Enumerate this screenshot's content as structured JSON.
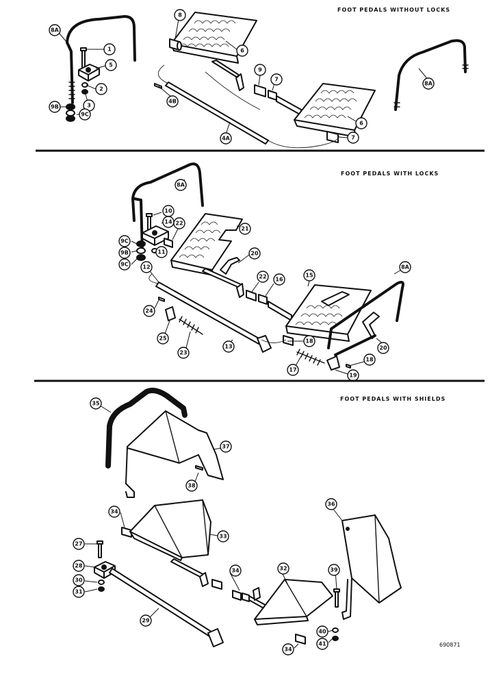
{
  "sections": [
    {
      "title": "FOOT PEDALS WITHOUT LOCKS"
    },
    {
      "title": "FOOT PEDALS WITH LOCKS"
    },
    {
      "title": "FOOT PEDALS WITH SHIELDS"
    }
  ],
  "callouts": {
    "s1": [
      "8A",
      "1",
      "5",
      "2",
      "3",
      "9B",
      "9C",
      "8",
      "6",
      "9",
      "7",
      "4B",
      "4A",
      "6",
      "7",
      "8A"
    ],
    "s2": [
      "8A",
      "10",
      "14",
      "22",
      "21",
      "9C",
      "9B",
      "9C",
      "11",
      "12",
      "20",
      "22",
      "16",
      "15",
      "8A",
      "24",
      "25",
      "23",
      "13",
      "18",
      "20",
      "17",
      "18",
      "19"
    ],
    "s3": [
      "35",
      "37",
      "38",
      "34",
      "33",
      "27",
      "28",
      "30",
      "31",
      "29",
      "34",
      "32",
      "39",
      "36",
      "34",
      "40",
      "41"
    ]
  },
  "figure_number": "690871"
}
